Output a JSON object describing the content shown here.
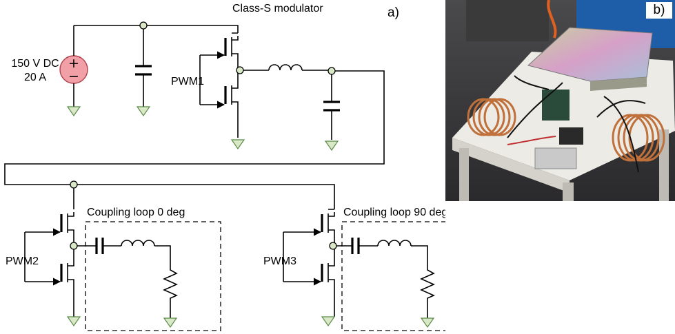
{
  "title": "Class-S modulator",
  "panel_a_label": "a)",
  "panel_b_label": "b)",
  "supply": {
    "voltage": "150 V DC",
    "current": "20 A"
  },
  "pwm_labels": [
    "PWM1",
    "PWM2",
    "PWM3"
  ],
  "coupling_loops": [
    "Coupling loop 0 deg",
    "Coupling loop 90 deg"
  ],
  "colors": {
    "ground_fill": "#d9e8c7",
    "ground_stroke": "#5a8a48",
    "source_fill": "#f2a0a8",
    "source_stroke": "#b0404c"
  }
}
